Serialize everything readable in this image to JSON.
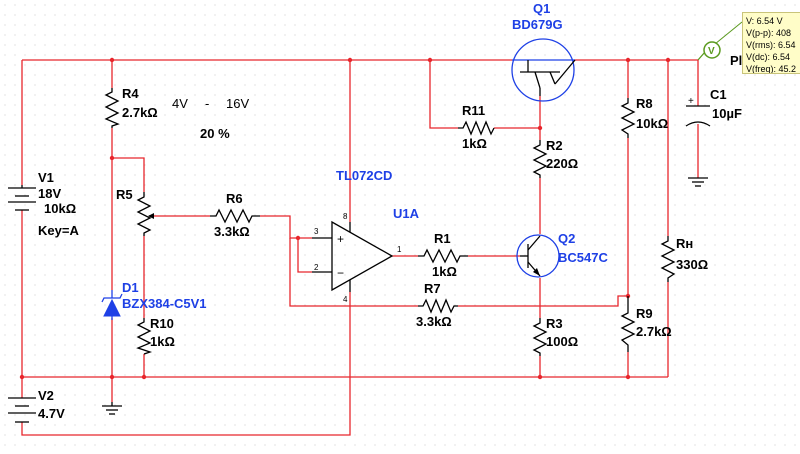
{
  "components": {
    "V1": {
      "ref": "V1",
      "value": "18V",
      "extra": "10kΩ",
      "key": "Key=A"
    },
    "V2": {
      "ref": "V2",
      "value": "4.7V"
    },
    "R4": {
      "ref": "R4",
      "value": "2.7kΩ"
    },
    "R5": {
      "ref": "R5"
    },
    "R6": {
      "ref": "R6",
      "value": "3.3kΩ"
    },
    "R10": {
      "ref": "R10",
      "value": "1kΩ"
    },
    "D1": {
      "ref": "D1",
      "value": "BZX384-C5V1"
    },
    "U1": {
      "ref": "U1A",
      "value": "TL072CD",
      "pins": [
        "3",
        "2",
        "1",
        "8",
        "4"
      ]
    },
    "R1": {
      "ref": "R1",
      "value": "1kΩ"
    },
    "R7": {
      "ref": "R7",
      "value": "3.3kΩ"
    },
    "R11": {
      "ref": "R11",
      "value": "1kΩ"
    },
    "R2": {
      "ref": "R2",
      "value": "220Ω"
    },
    "R3": {
      "ref": "R3",
      "value": "100Ω"
    },
    "Q1": {
      "ref": "Q1",
      "value": "BD679G"
    },
    "Q2": {
      "ref": "Q2",
      "value": "BC547C"
    },
    "R8": {
      "ref": "R8",
      "value": "10kΩ"
    },
    "R9": {
      "ref": "R9",
      "value": "2.7kΩ"
    },
    "RH": {
      "ref": "Rн",
      "value": "330Ω"
    },
    "C1": {
      "ref": "C1",
      "value": "10µF"
    }
  },
  "annotations": {
    "range_low": "4V",
    "dash": "-",
    "range_high": "16V",
    "percent": "20 %"
  },
  "probe": {
    "symbol": "V",
    "label": "Pl",
    "lines": [
      "V: 6.54 V",
      "V(p-p): 408",
      "V(rms): 6.54",
      "V(dc): 6.54",
      "V(freq): 45.2"
    ]
  },
  "colors": {
    "wire": "#e8262c",
    "component": "#000000",
    "semiconductor": "#1e40e6",
    "probe_bg": "#fffdc8",
    "probe_icon": "#5a9a1e"
  }
}
